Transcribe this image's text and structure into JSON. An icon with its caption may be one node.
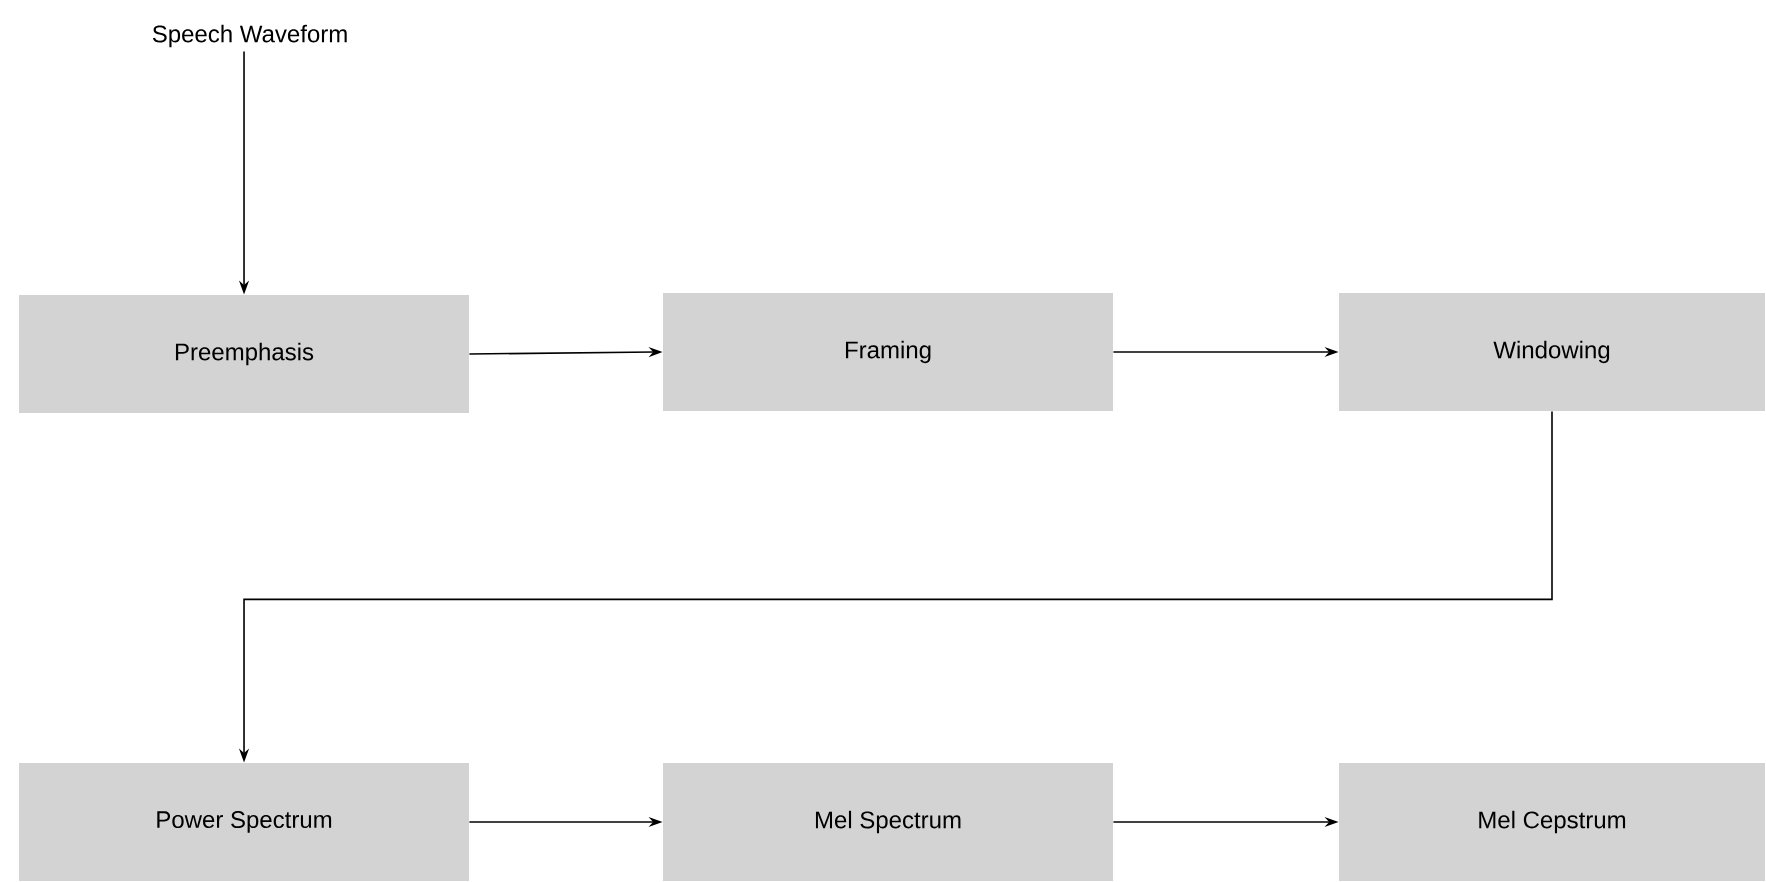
{
  "diagram": {
    "nodes": [
      {
        "text": [
          "Speech Waveform"
        ]
      },
      {
        "text": [
          "Preemphasis"
        ]
      },
      {
        "text": [
          "Framing"
        ]
      },
      {
        "text": [
          "Windowing"
        ]
      },
      {
        "text": [
          "Power Spectrum"
        ]
      },
      {
        "text": [
          "Mel Spectrum"
        ]
      },
      {
        "text": [
          "Mel Cepstrum"
        ]
      }
    ],
    "edges": [
      {
        "from": 0,
        "to": 1,
        "arrow": "to"
      },
      {
        "from": 1,
        "to": 2,
        "arrow": "to"
      },
      {
        "from": 2,
        "to": 3,
        "arrow": "to"
      },
      {
        "from": 3,
        "to": 4,
        "arrow": "to"
      },
      {
        "from": 4,
        "to": 5,
        "arrow": "to"
      },
      {
        "from": 5,
        "to": 6,
        "arrow": "to"
      }
    ]
  }
}
